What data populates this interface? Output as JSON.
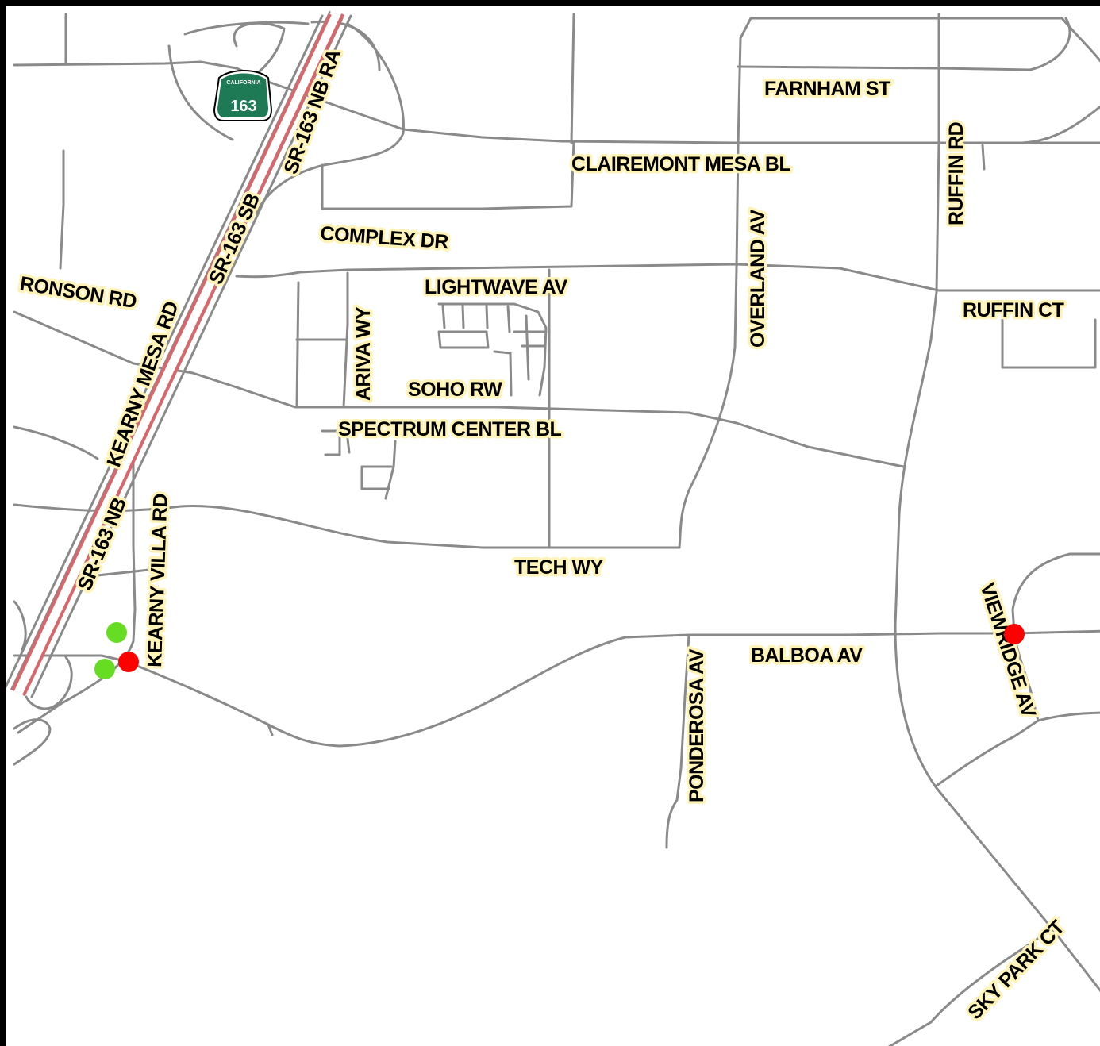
{
  "map": {
    "background": "#ffffff",
    "road_color": "#8a8a8a",
    "label_halo_color": "#fff3b8",
    "freeway_line_color": "#d9666a"
  },
  "shield": {
    "state": "CALIFORNIA",
    "route": "163",
    "color": "#1e7a55",
    "icon": "california-state-route-shield-icon"
  },
  "labels": {
    "farnham_st": "FARNHAM ST",
    "clairemont_mesa_bl": "CLAIREMONT MESA BL",
    "complex_dr": "COMPLEX DR",
    "ronson_rd": "RONSON RD",
    "lightwave_av": "LIGHTWAVE AV",
    "ruffin_ct": "RUFFIN CT",
    "soho_rw": "SOHO RW",
    "spectrum_center_bl": "SPECTRUM CENTER BL",
    "tech_wy": "TECH WY",
    "balboa_av": "BALBOA AV",
    "sky_park_ct": "SKY PARK CT",
    "sr_163_nb_ra": "SR-163 NB RA",
    "sr_163_sb": "SR-163 SB",
    "kearny_mesa_rd": "KEARNY MESA RD",
    "sr_163_nb": "SR-163 NB",
    "kearny_villa_rd": "KEARNY VILLA RD",
    "ariva_wy": "ARIVA WY",
    "overland_av": "OVERLAND AV",
    "ruffin_rd": "RUFFIN RD",
    "ponderosa_av": "PONDEROSA AV",
    "viewridge_av": "VIEWRIDGE AV"
  },
  "markers": [
    {
      "name": "green-marker",
      "color": "#66dd22"
    },
    {
      "name": "green-marker",
      "color": "#66dd22"
    },
    {
      "name": "red-marker",
      "color": "#ff0000"
    },
    {
      "name": "red-marker",
      "color": "#ff0000"
    }
  ]
}
